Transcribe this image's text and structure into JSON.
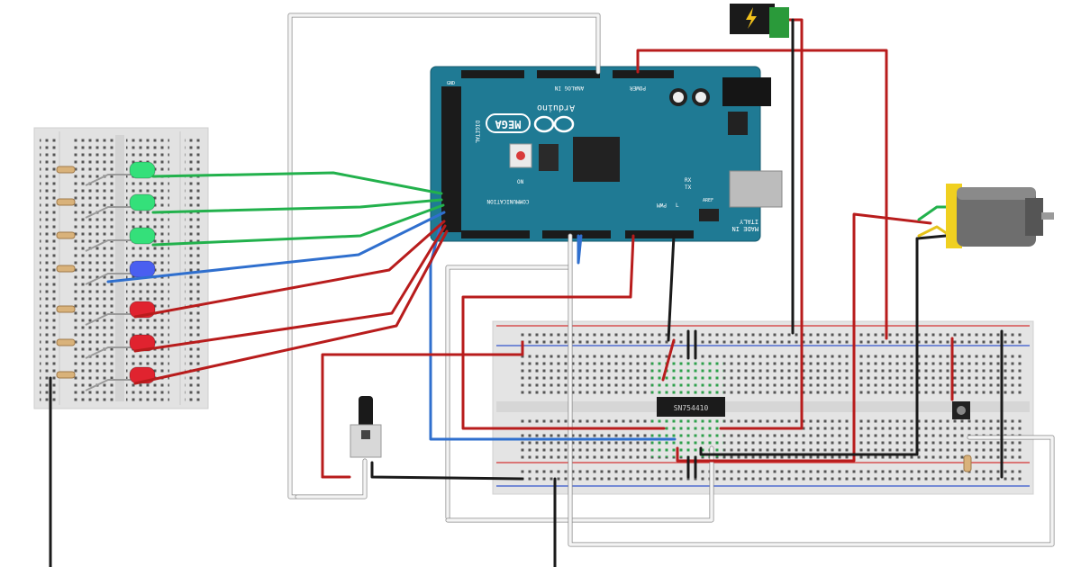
{
  "arduino": {
    "brand": "Arduino",
    "model": "MEGA",
    "made_in": "MADE IN",
    "country": "ITALY",
    "label_power": "POWER",
    "label_analog": "ANALOG IN",
    "label_digital": "DIGITAL",
    "label_communication": "COMMUNICATION",
    "label_pwm": "PWM",
    "label_tx": "TX",
    "label_rx": "RX",
    "label_l": "L",
    "label_on": "ON",
    "label_aref": "AREF",
    "label_gnd": "GND"
  },
  "motor_driver": {
    "label": "SN754410"
  },
  "colors": {
    "board": "#1f7a94",
    "breadboard": "#e4e4e4",
    "wire_green": "#22b14c",
    "wire_blue": "#2f6fce",
    "wire_red": "#b81c1c",
    "wire_black": "#1a1a1a",
    "wire_white": "#f4f4f4",
    "led_green": "#34e07a",
    "led_blue": "#4a5ff0",
    "led_red": "#e0232f",
    "rail_red": "#d33333",
    "rail_blue": "#3355cc"
  },
  "leds": [
    {
      "color": "green"
    },
    {
      "color": "green"
    },
    {
      "color": "green"
    },
    {
      "color": "blue"
    },
    {
      "color": "red"
    },
    {
      "color": "red"
    },
    {
      "color": "red"
    }
  ],
  "icons": [
    "power-jack-icon",
    "lightning-icon",
    "dc-motor-icon",
    "potentiometer-icon",
    "push-button-icon",
    "arduino-infinity-logo-icon"
  ]
}
